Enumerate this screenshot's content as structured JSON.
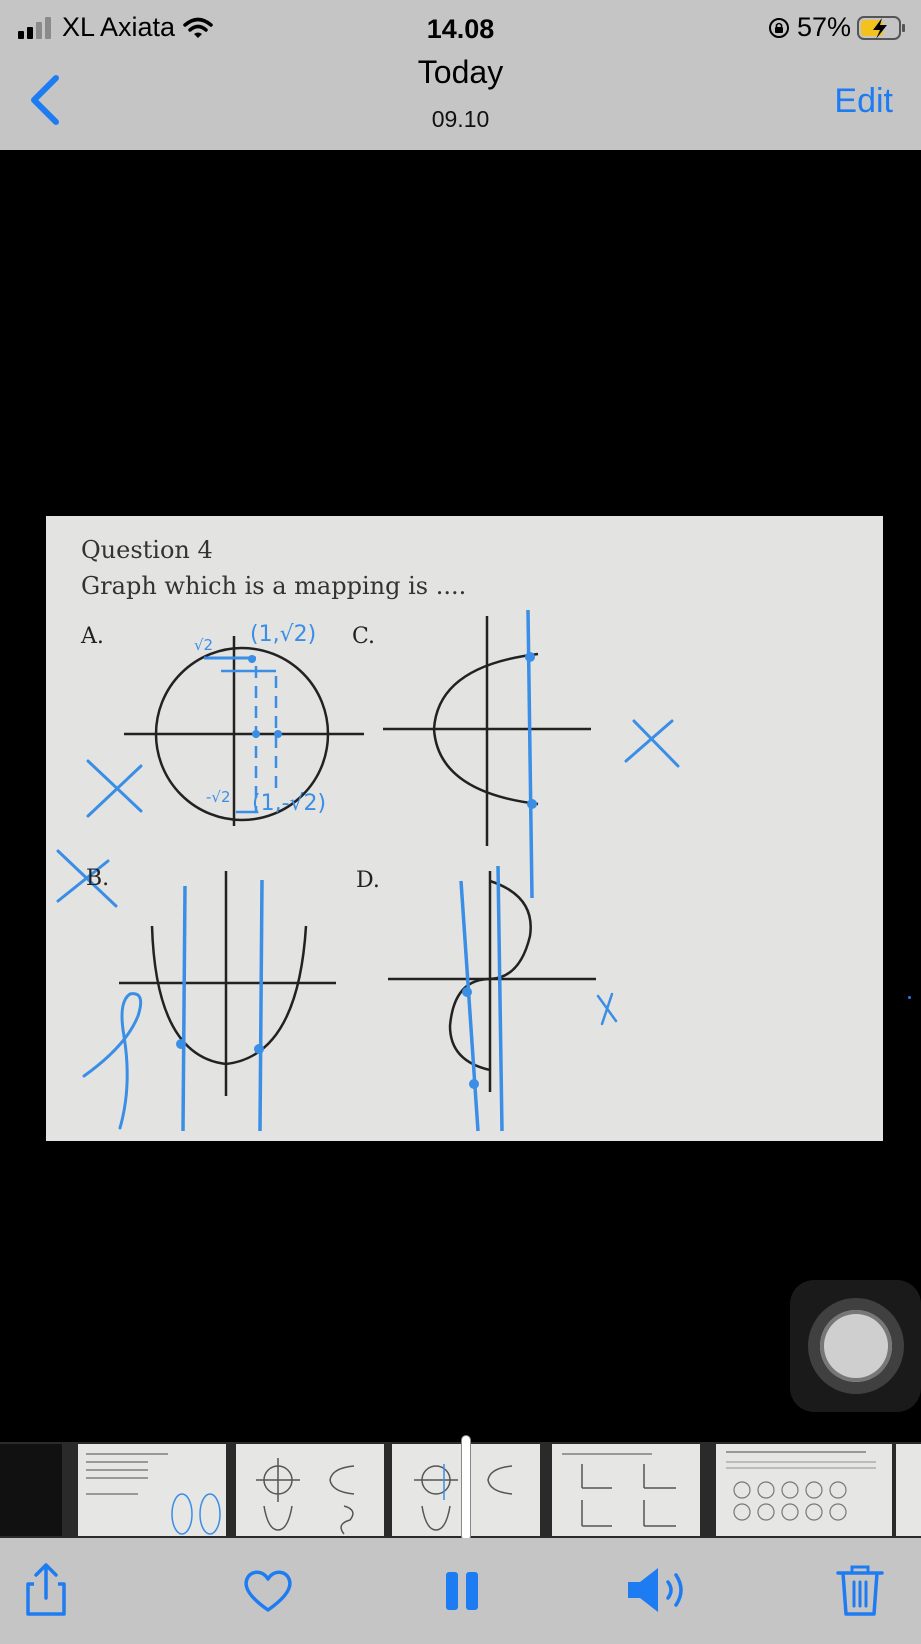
{
  "status_bar": {
    "carrier": "XL Axiata",
    "time": "14.08",
    "battery": "57%"
  },
  "nav": {
    "title": "Today",
    "subtitle": "09.10",
    "edit_label": "Edit",
    "back_icon": "chevron-left-icon"
  },
  "photo": {
    "question_title": "Question 4",
    "question_text": "Graph which is a mapping is ....",
    "option_a": "A.",
    "option_b": "B.",
    "option_c": "C.",
    "option_d": "D.",
    "annotations": {
      "point_top": "(1,√2)",
      "point_bottom": "(1,-√2)",
      "root_top": "√2",
      "root_bottom": "-√2"
    }
  },
  "toolbar": {
    "items": [
      "share-icon",
      "heart-icon",
      "pause-icon",
      "speaker-icon",
      "trash-icon"
    ]
  },
  "colors": {
    "accent": "#1e7cf2",
    "bar_bg": "#c5c5c5",
    "ink_blue": "#3a8ee6"
  }
}
